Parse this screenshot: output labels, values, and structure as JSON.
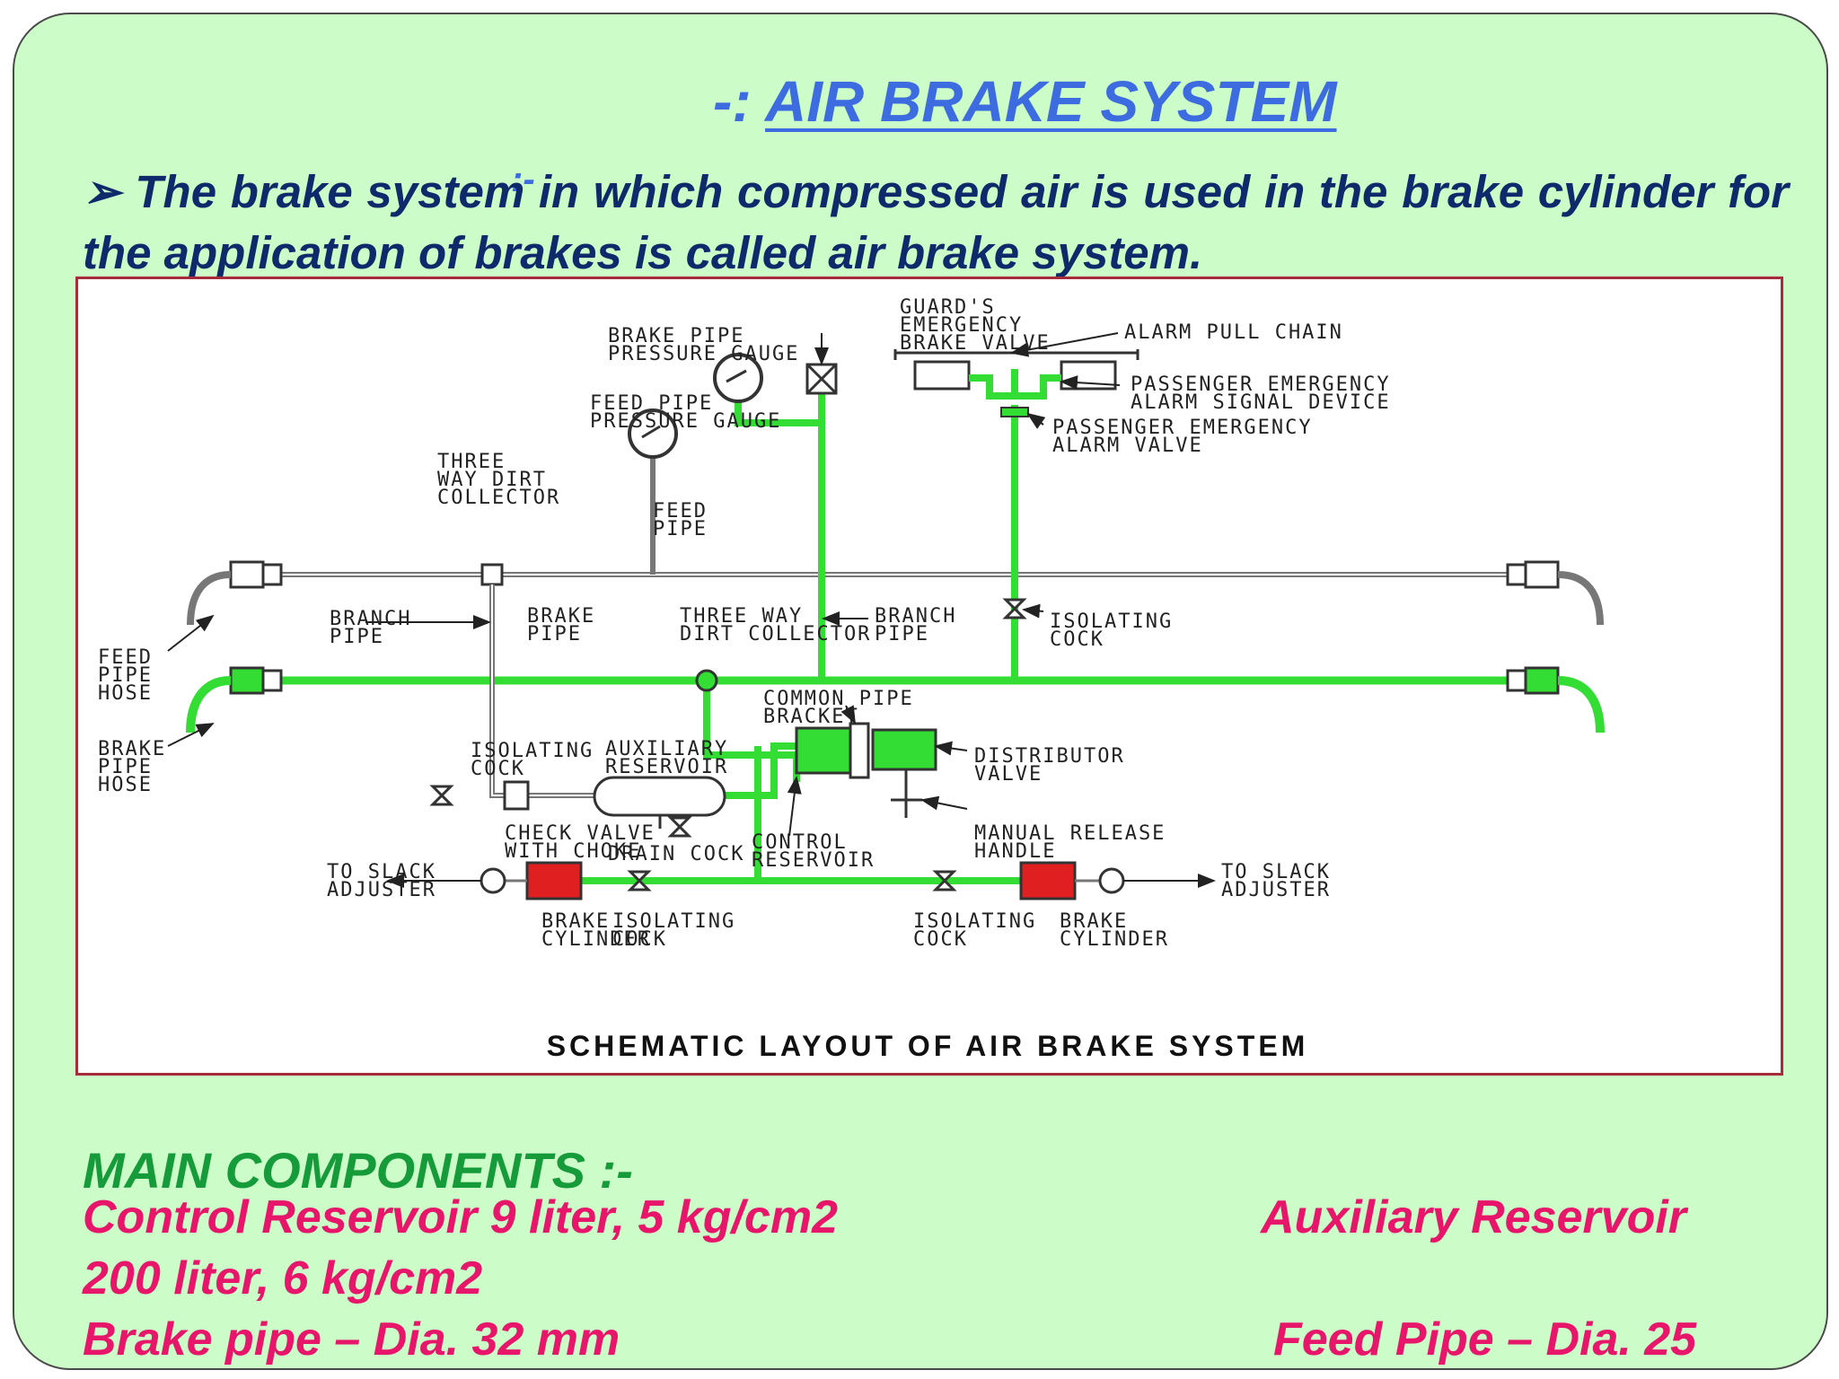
{
  "slide": {
    "title_prefix": "-: ",
    "title": "AIR BRAKE SYSTEM",
    "title_tail": ":-",
    "bullet": "➢",
    "intro": "The brake system in which compressed air is used in the brake cylinder for the application of brakes is called air brake  system."
  },
  "diagram": {
    "caption": "SCHEMATIC LAYOUT OF AIR BRAKE SYSTEM",
    "labels": {
      "brake_pipe_pressure_gauge": [
        "BRAKE PIPE",
        "PRESSURE GAUGE"
      ],
      "feed_pipe_pressure_gauge": [
        "FEED PIPE",
        "PRESSURE GAUGE"
      ],
      "guards_emergency_brake_valve": [
        "GUARD'S",
        "EMERGENCY",
        "BRAKE VALVE"
      ],
      "alarm_pull_chain": [
        "ALARM PULL CHAIN"
      ],
      "passenger_emergency_alarm_signal_device": [
        "PASSENGER EMERGENCY",
        "ALARM SIGNAL DEVICE"
      ],
      "passenger_emergency_alarm_valve": [
        "PASSENGER EMERGENCY",
        "ALARM VALVE"
      ],
      "three_way_dirt_collector_left": [
        "THREE",
        "WAY DIRT",
        "COLLECTOR"
      ],
      "feed_pipe": [
        "FEED",
        "PIPE"
      ],
      "branch_pipe_left": [
        "BRANCH",
        "PIPE"
      ],
      "brake_pipe": [
        "BRAKE",
        "PIPE"
      ],
      "three_way_dirt_collector_center": [
        "THREE WAY",
        "DIRT COLLECTOR"
      ],
      "branch_pipe_right": [
        "BRANCH",
        "PIPE"
      ],
      "isolating_cock_top": [
        "ISOLATING",
        "COCK"
      ],
      "feed_pipe_hose": [
        "FEED",
        "PIPE",
        "HOSE"
      ],
      "brake_pipe_hose": [
        "BRAKE",
        "PIPE",
        "HOSE"
      ],
      "common_pipe_bracket": [
        "COMMON PIPE",
        "BRACKET"
      ],
      "isolating_cock_mid": [
        "ISOLATING",
        "COCK"
      ],
      "auxiliary_reservoir": [
        "AUXILIARY",
        "RESERVOIR"
      ],
      "distributor_valve": [
        "DISTRIBUTOR",
        "VALVE"
      ],
      "control_reservoir": [
        "CONTROL",
        "RESERVOIR"
      ],
      "manual_release_handle": [
        "MANUAL RELEASE",
        "HANDLE"
      ],
      "check_valve_with_choke": [
        "CHECK VALVE",
        "WITH CHOKE"
      ],
      "drain_cock": [
        "DRAIN COCK"
      ],
      "to_slack_adjuster_left": [
        "TO SLACK",
        "ADJUSTER"
      ],
      "to_slack_adjuster_right": [
        "TO SLACK",
        "ADJUSTER"
      ],
      "brake_cylinder_left": [
        "BRAKE",
        "CYLINDER"
      ],
      "isolating_cock_bottom_left": [
        "ISOLATING",
        "COCK"
      ],
      "isolating_cock_bottom_right": [
        "ISOLATING",
        "COCK"
      ],
      "brake_cylinder_right": [
        "BRAKE",
        "CYLINDER"
      ]
    },
    "colors": {
      "pipe_green": "#33dd33",
      "cylinder_red": "#e02020",
      "line_gray": "#666666"
    }
  },
  "components": {
    "heading": "MAIN COMPONENTS :-",
    "control_reservoir": "Control Reservoir  9 liter, 5 kg/cm2",
    "auxiliary_reservoir_a": "Auxiliary Reservoir",
    "auxiliary_reservoir_b": "200 liter, 6 kg/cm2",
    "brake_pipe": "Brake pipe – Dia. 32 mm",
    "feed_pipe": "Feed Pipe – Dia. 25"
  }
}
